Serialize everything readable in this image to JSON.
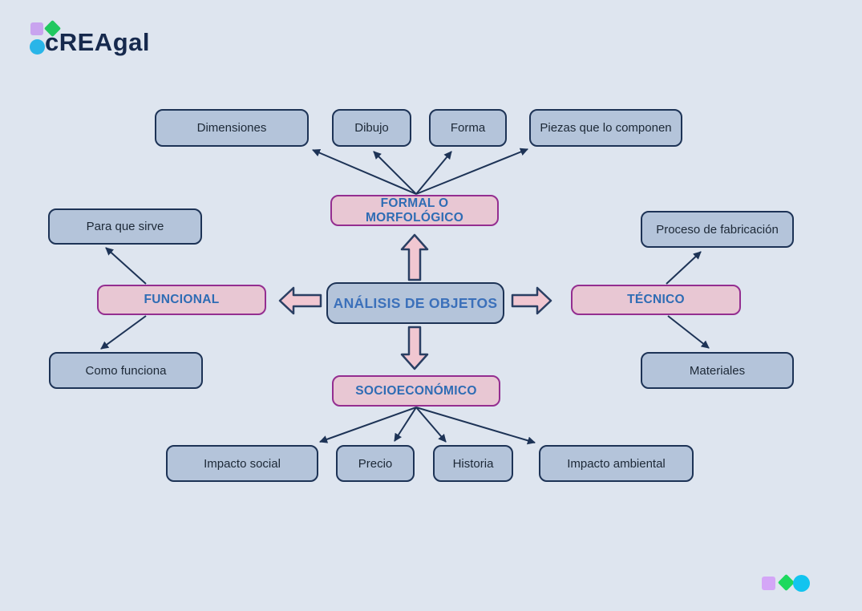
{
  "brand": {
    "logo_text": "cREAgal"
  },
  "palette": {
    "background": "#dee5ef",
    "node_fill": "#b4c4da",
    "node_border": "#1d3356",
    "node_text": "#1c2836",
    "category_fill": "#e8c7d3",
    "category_border": "#942e90",
    "category_text": "#2e6cb4",
    "center_text": "#3b70ba",
    "block_arrow_fill": "#f1c7d1",
    "block_arrow_stroke": "#2a3f63",
    "connector": "#1d3356",
    "logo_square": "#c9a4ef",
    "logo_diamond": "#21c85f",
    "logo_circle": "#29b5e8",
    "footer_square": "#d4a6f7",
    "footer_diamond": "#1dd95e",
    "footer_circle": "#12c4ef"
  },
  "diagram": {
    "center": {
      "label": "ANÁLISIS DE OBJETOS"
    },
    "branches": [
      {
        "label": "FORMAL O MORFOLÓGICO",
        "position": "top",
        "children": [
          "Dimensiones",
          "Dibujo",
          "Forma",
          "Piezas que lo componen"
        ]
      },
      {
        "label": "FUNCIONAL",
        "position": "left",
        "children": [
          "Para que sirve",
          "Como funciona"
        ]
      },
      {
        "label": "TÉCNICO",
        "position": "right",
        "children": [
          "Proceso de fabricación",
          "Materiales"
        ]
      },
      {
        "label": "SOCIOECONÓMICO",
        "position": "bottom",
        "children": [
          "Impacto social",
          "Precio",
          "Historia",
          "Impacto ambiental"
        ]
      }
    ]
  },
  "decorations": {
    "footer_shapes": [
      "square",
      "diamond",
      "circle"
    ]
  }
}
